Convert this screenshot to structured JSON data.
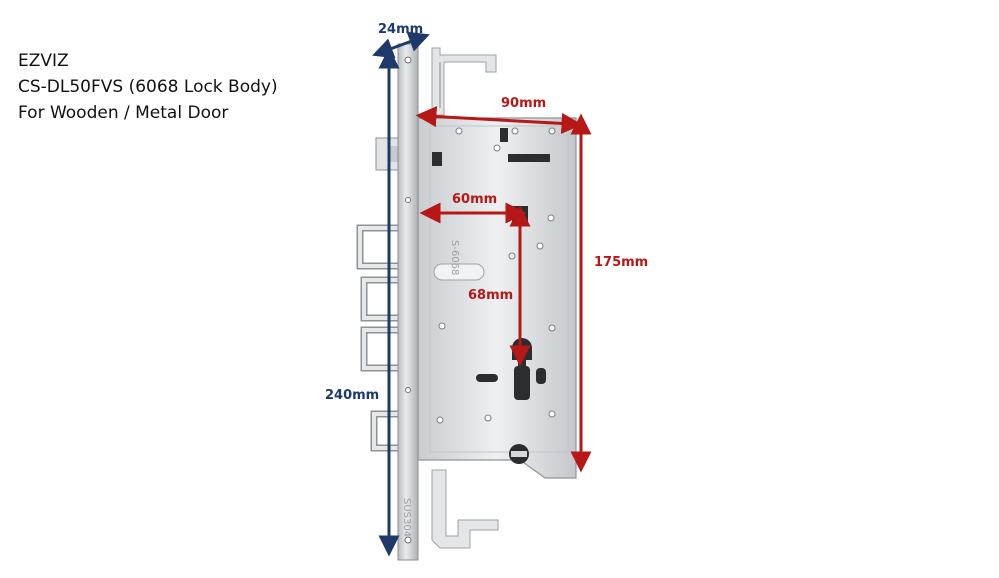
{
  "product": {
    "brand": "EZVIZ",
    "model": "CS-DL50FVS (6068 Lock Body)",
    "application": "For Wooden / Metal Door"
  },
  "dimensions": {
    "faceplate_width": "24mm",
    "body_width": "90mm",
    "backset": "60mm",
    "center_distance": "68mm",
    "body_height": "175mm",
    "faceplate_height": "240mm"
  },
  "colors": {
    "dimension_red": "#b81717",
    "dimension_blue": "#1d3a6b",
    "steel": "#d9dcde"
  }
}
